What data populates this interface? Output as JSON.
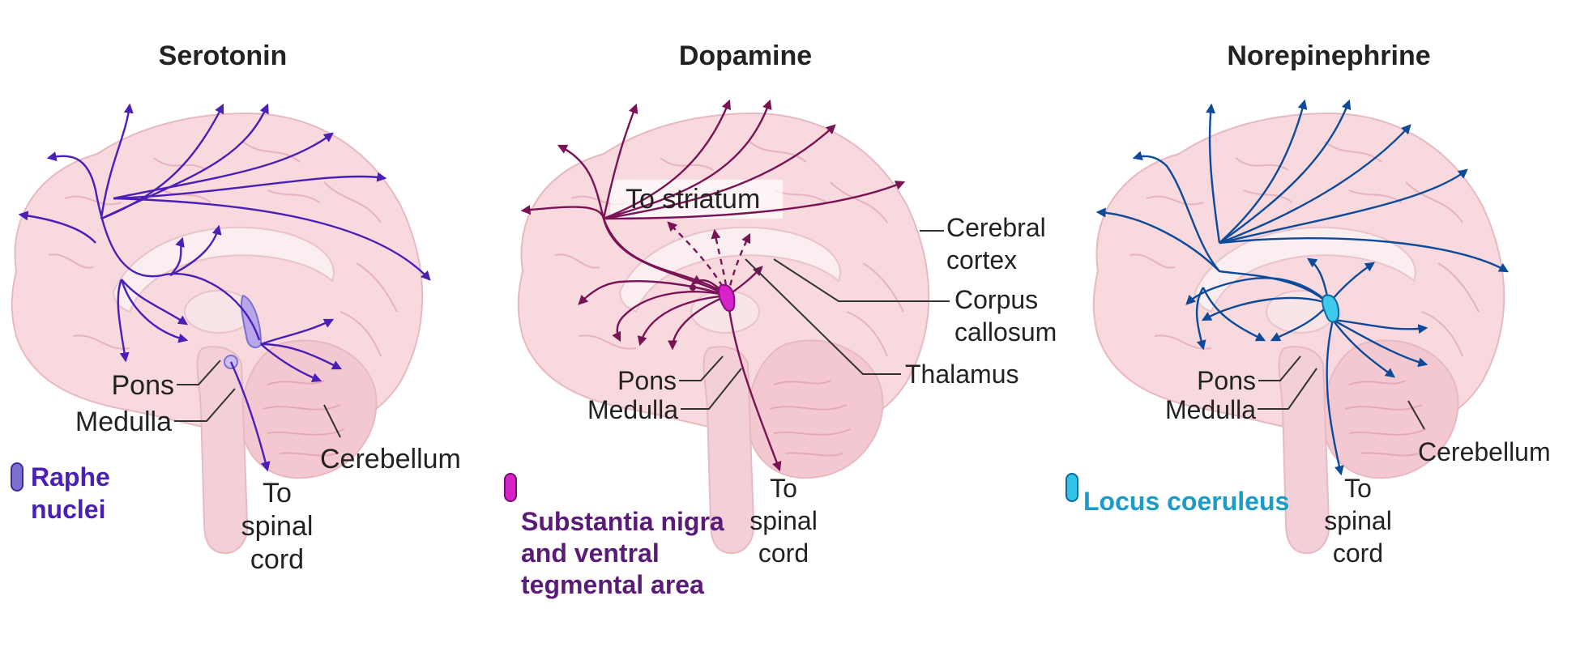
{
  "colors": {
    "serotonin": "#4a1fb8",
    "dopamine": "#7a1356",
    "norepinephrine": "#0d4a9a",
    "raphe_key": "#7b6fd0",
    "sn_key": "#d622c8",
    "lc_key": "#2fc4e6",
    "sn_text": "#5a1a78",
    "lc_text": "#1a9bc9",
    "brain_fill": "#f7d9de",
    "brain_stroke": "#e9b9c2"
  },
  "panels": [
    {
      "title": "Serotonin",
      "labels": {
        "pons": "Pons",
        "medulla": "Medulla",
        "cerebellum": "Cerebellum",
        "spinal": [
          "To",
          "spinal",
          "cord"
        ]
      },
      "key": {
        "lines": [
          "Raphe",
          "nuclei"
        ],
        "icon": "raphe-nuclei-swatch-icon"
      }
    },
    {
      "title": "Dopamine",
      "labels": {
        "striatum": "To striatum",
        "cortex": [
          "Cerebral",
          "cortex"
        ],
        "callosum": [
          "Corpus",
          "callosum"
        ],
        "thalamus": "Thalamus",
        "pons": "Pons",
        "medulla": "Medulla",
        "spinal": [
          "To",
          "spinal",
          "cord"
        ]
      },
      "key": {
        "lines": [
          "Substantia nigra",
          "and ventral",
          "tegmental area"
        ],
        "icon": "substantia-nigra-swatch-icon"
      }
    },
    {
      "title": "Norepinephrine",
      "labels": {
        "pons": "Pons",
        "medulla": "Medulla",
        "cerebellum": "Cerebellum",
        "spinal": [
          "To",
          "spinal",
          "cord"
        ]
      },
      "key": {
        "lines": [
          "Locus coeruleus"
        ],
        "icon": "locus-coeruleus-swatch-icon"
      }
    }
  ]
}
